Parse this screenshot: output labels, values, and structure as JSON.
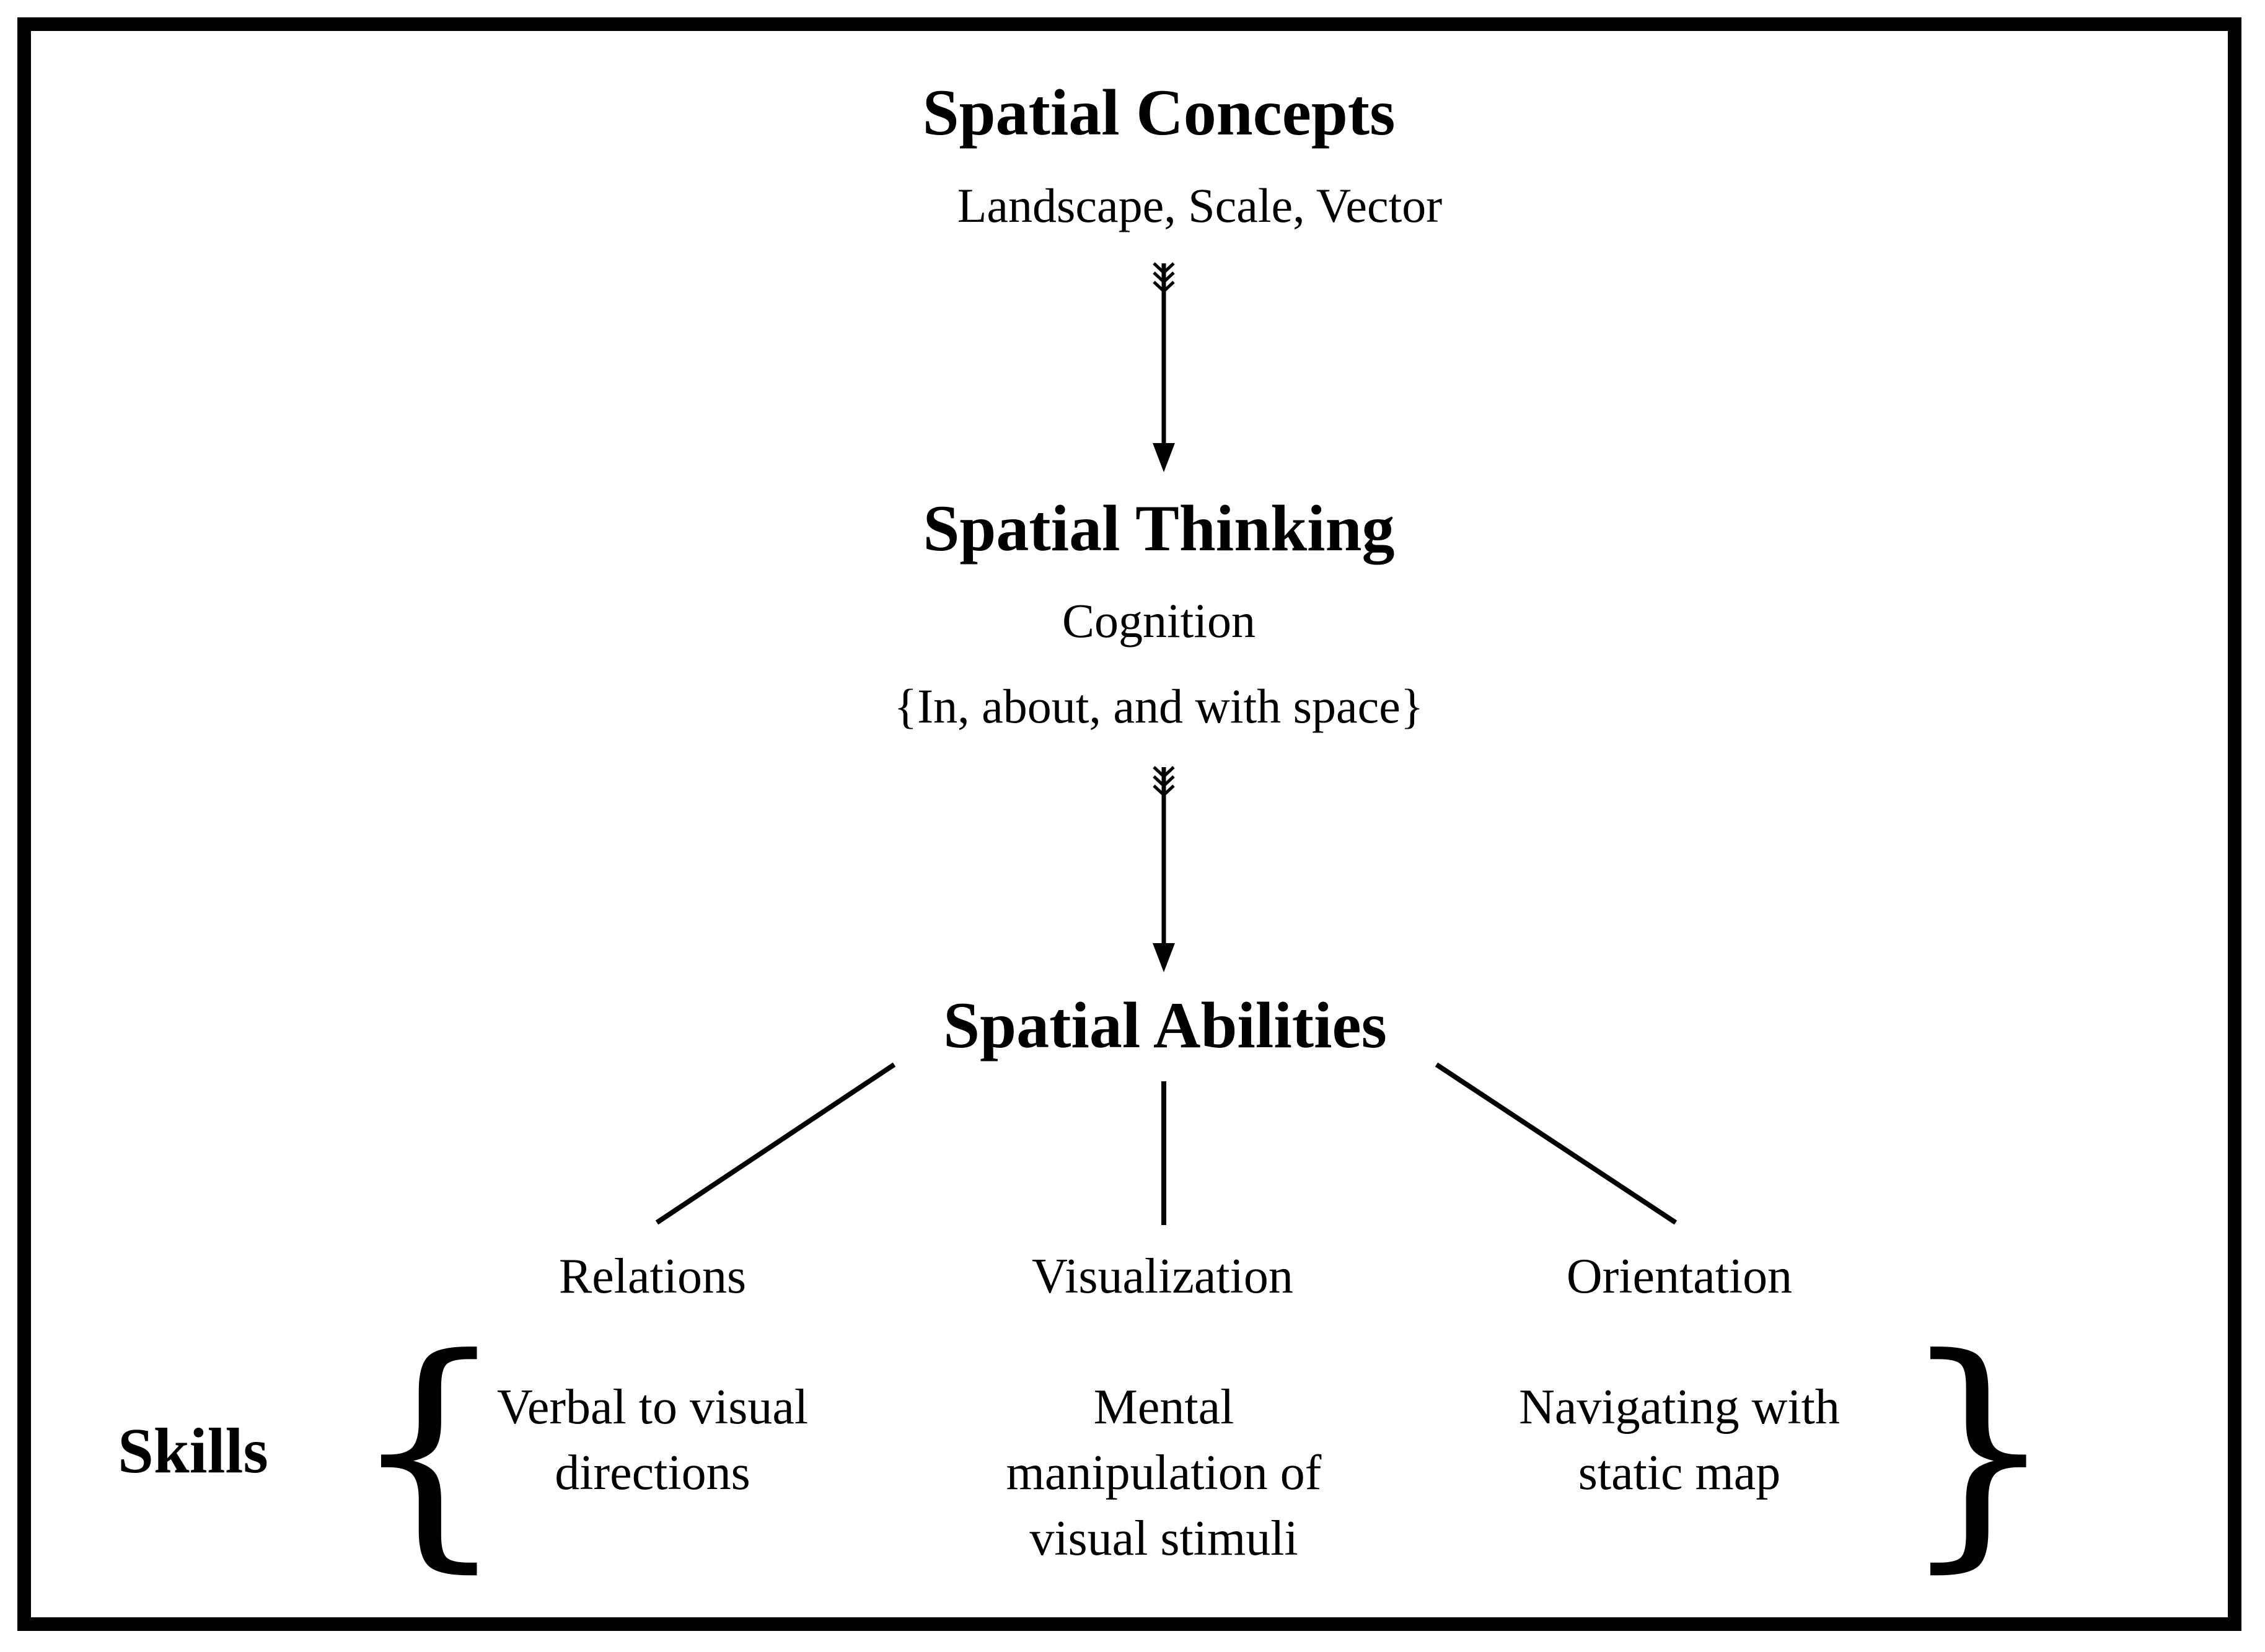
{
  "concepts": {
    "title": "Spatial Concepts",
    "subtitle": "Landscape, Scale, Vector"
  },
  "thinking": {
    "title": "Spatial Thinking",
    "line1": "Cognition",
    "line2": "{In, about, and with space}"
  },
  "abilities": {
    "title": "Spatial Abilities",
    "branches": [
      "Relations",
      "Visualization",
      "Orientation"
    ]
  },
  "skills": {
    "label": "Skills",
    "items": [
      [
        "Verbal to visual",
        "directions"
      ],
      [
        "Mental",
        "manipulation of",
        "visual stimuli"
      ],
      [
        "Navigating with",
        "static map"
      ]
    ]
  }
}
